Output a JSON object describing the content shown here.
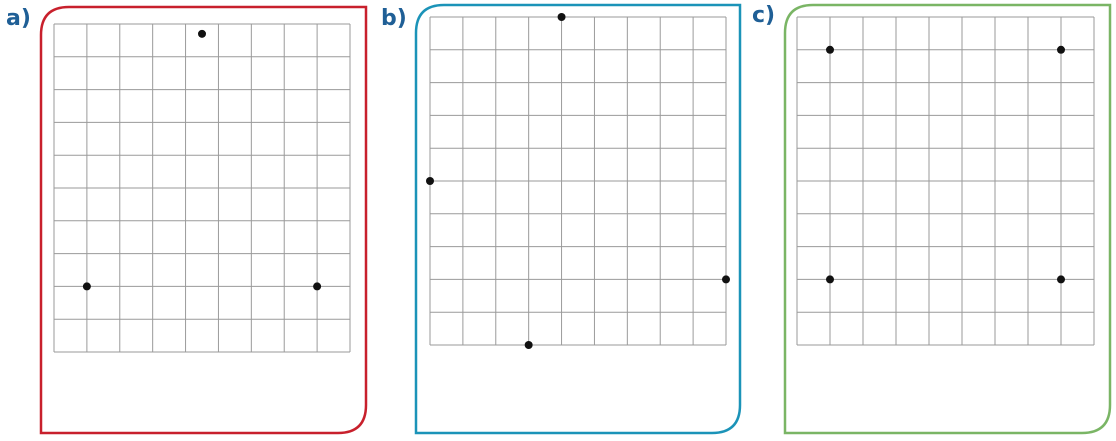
{
  "colors": {
    "label": "#1f5f96",
    "grid": "#9a9a9a",
    "point": "#111111",
    "panel_a": "#c8202c",
    "panel_b": "#1b93b8",
    "panel_c": "#7ab565"
  },
  "panels": [
    {
      "label": "a)",
      "color_key": "panel_a",
      "grid": {
        "cols": 9,
        "rows": 10
      },
      "points": [
        [
          4.5,
          0.3
        ],
        [
          1,
          8
        ],
        [
          8,
          8
        ]
      ]
    },
    {
      "label": "b)",
      "color_key": "panel_b",
      "grid": {
        "cols": 9,
        "rows": 10
      },
      "points": [
        [
          4,
          0
        ],
        [
          0,
          5
        ],
        [
          9,
          8
        ],
        [
          3,
          10
        ]
      ]
    },
    {
      "label": "c)",
      "color_key": "panel_c",
      "grid": {
        "cols": 9,
        "rows": 10
      },
      "points": [
        [
          1,
          1
        ],
        [
          8,
          1
        ],
        [
          1,
          8
        ],
        [
          8,
          8
        ]
      ]
    }
  ]
}
